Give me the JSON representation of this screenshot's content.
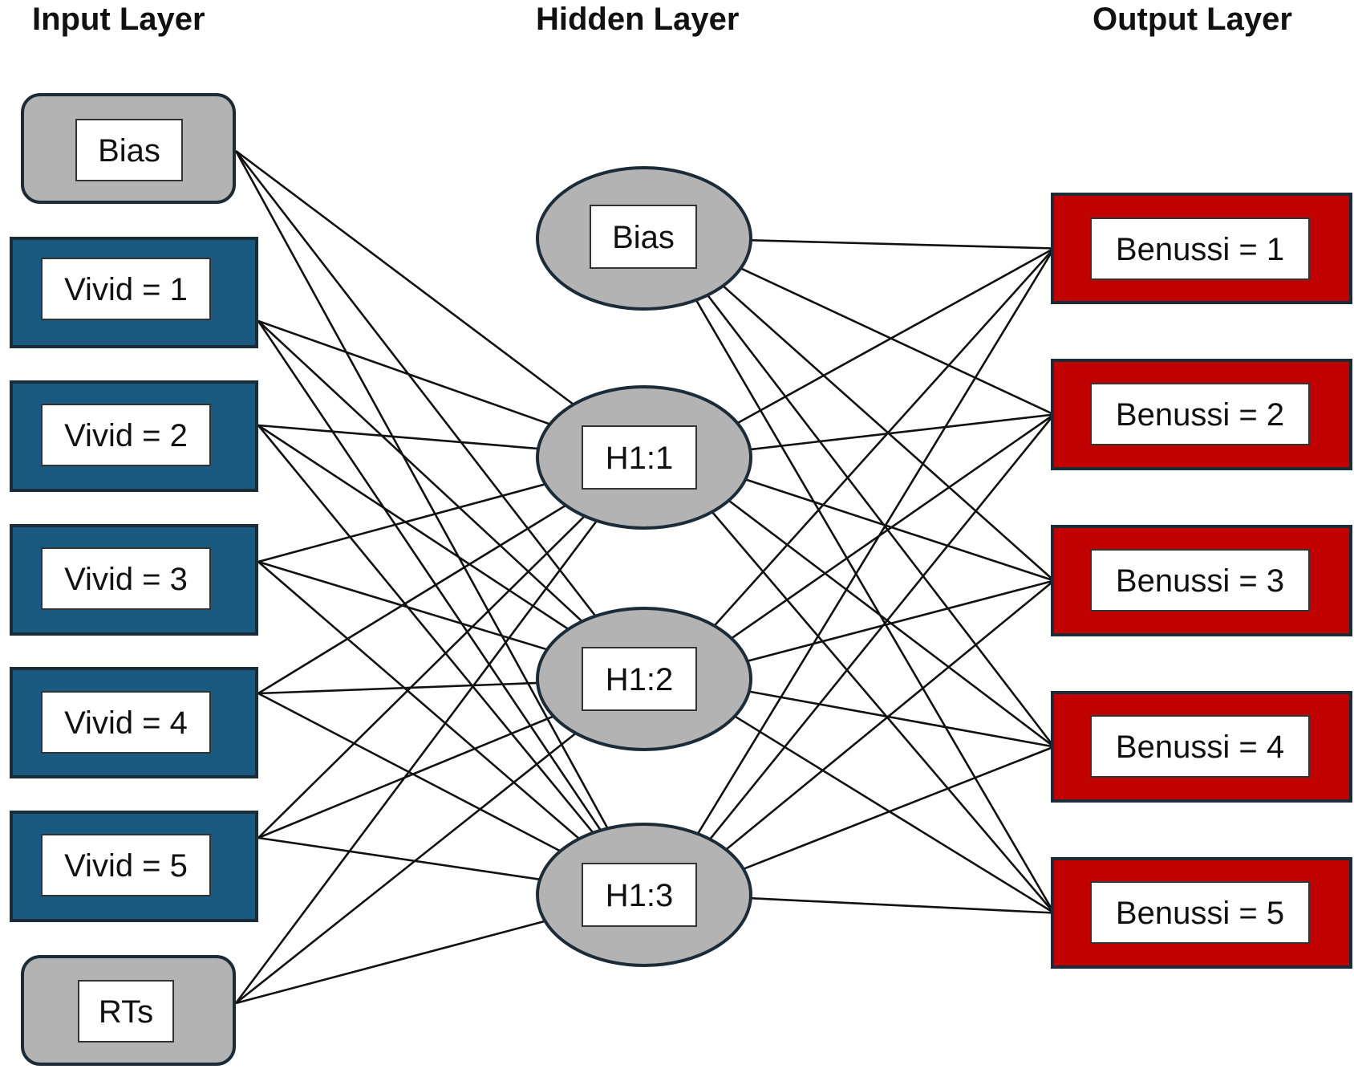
{
  "titles": {
    "input": "Input Layer",
    "hidden": "Hidden Layer",
    "output": "Output Layer"
  },
  "colors": {
    "input_fill": "#1b5a80",
    "bias_fill": "#b3b3b3",
    "hidden_fill": "#b3b3b3",
    "output_fill": "#c10000",
    "border": "#1c2b38",
    "edge": "#111111"
  },
  "input_nodes": [
    {
      "id": "in-bias",
      "label": "Bias",
      "kind": "bias"
    },
    {
      "id": "in-vivid-1",
      "label": "Vivid = 1",
      "kind": "category"
    },
    {
      "id": "in-vivid-2",
      "label": "Vivid = 2",
      "kind": "category"
    },
    {
      "id": "in-vivid-3",
      "label": "Vivid = 3",
      "kind": "category"
    },
    {
      "id": "in-vivid-4",
      "label": "Vivid = 4",
      "kind": "category"
    },
    {
      "id": "in-vivid-5",
      "label": "Vivid = 5",
      "kind": "category"
    },
    {
      "id": "in-rts",
      "label": "RTs",
      "kind": "covariate"
    }
  ],
  "hidden_nodes": [
    {
      "id": "hid-bias",
      "label": "Bias",
      "kind": "bias"
    },
    {
      "id": "hid-1",
      "label": "H1:1",
      "kind": "unit"
    },
    {
      "id": "hid-2",
      "label": "H1:2",
      "kind": "unit"
    },
    {
      "id": "hid-3",
      "label": "H1:3",
      "kind": "unit"
    }
  ],
  "output_nodes": [
    {
      "id": "out-1",
      "label": "Benussi = 1"
    },
    {
      "id": "out-2",
      "label": "Benussi = 2"
    },
    {
      "id": "out-3",
      "label": "Benussi = 3"
    },
    {
      "id": "out-4",
      "label": "Benussi = 4"
    },
    {
      "id": "out-5",
      "label": "Benussi = 5"
    }
  ],
  "connections": "fully connected: every input node to every hidden unit H1:1–H1:3; hidden Bias and every hidden unit to every output node"
}
